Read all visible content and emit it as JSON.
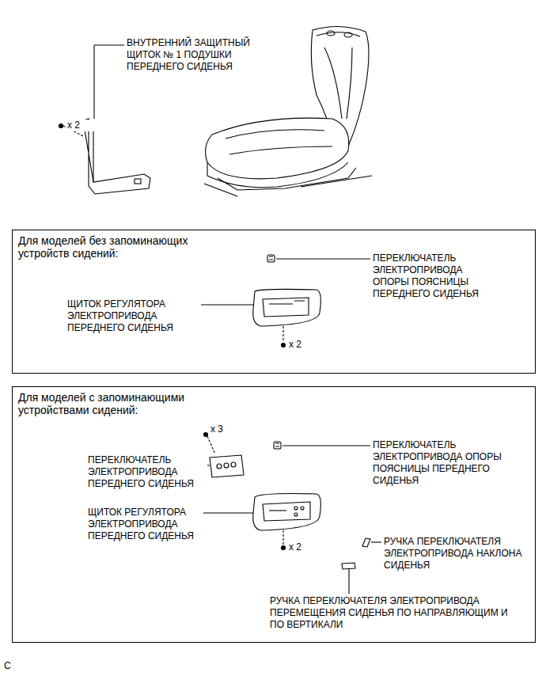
{
  "diagram": {
    "nodes": [
      {
        "text": [
          "Для моделей без запоминающих устройств сидений:"
        ]
      },
      {
        "text": [
          "Для моделей с запоминающими устройствами сидений:"
        ]
      }
    ],
    "labels": [
      "ВНУТРЕННИЙ ЗАЩИТНЫЙ ЩИТОК № 1 ПОДУШКИ ПЕРЕДНЕГО СИДЕНЬЯ",
      "x 2",
      "ПЕРЕКЛЮЧАТЕЛЬ ЭЛЕКТРОПРИВОДА ОПОРЫ ПОЯСНИЦЫ ПЕРЕДНЕГО СИДЕНЬЯ",
      "ЩИТОК РЕГУЛЯТОРА ЭЛЕКТРОПРИВОДА ПЕРЕДНЕГО СИДЕНЬЯ",
      "x 2",
      "x 3",
      "ПЕРЕКЛЮЧАТЕЛЬ ЭЛЕКТРОПРИВОДА ПЕРЕДНЕГО СИДЕНЬЯ",
      "ПЕРЕКЛЮЧАТЕЛЬ ЭЛЕКТРОПРИВОДА ОПОРЫ ПОЯСНИЦЫ ПЕРЕДНЕГО СИДЕНЬЯ",
      "ЩИТОК РЕГУЛЯТОРА ЭЛЕКТРОПРИВОДА ПЕРЕДНЕГО СИДЕНЬЯ",
      "x 2",
      "РУЧКА ПЕРЕКЛЮЧАТЕЛЯ ЭЛЕКТРОПРИВОДА НАКЛОНА СИДЕНЬЯ",
      "РУЧКА ПЕРЕКЛЮЧАТЕЛЯ ЭЛЕКТРОПРИВОДА ПЕРЕМЕЩЕНИЯ СИДЕНЬЯ ПО НАПРАВЛЯЮЩИМ И ПО ВЕРТИКАЛИ",
      "C"
    ]
  }
}
